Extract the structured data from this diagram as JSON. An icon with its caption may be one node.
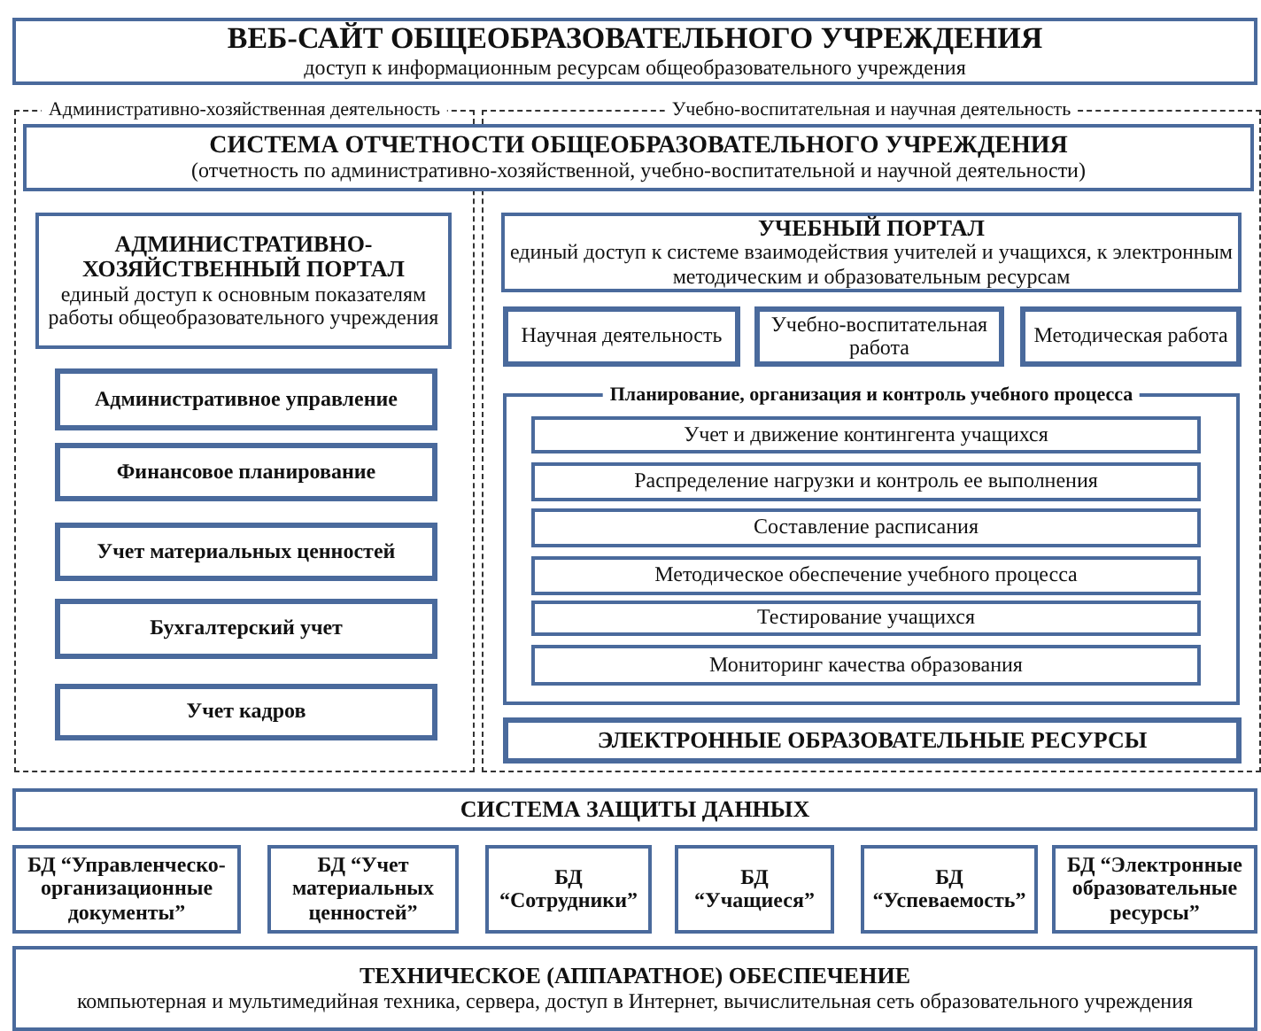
{
  "diagram": {
    "nodes": [
      {
        "text": [
          "ВЕБ-САЙТ ОБЩЕОБРАЗОВАТЕЛЬНОГО УЧРЕЖДЕНИЯ",
          "доступ к информационным ресурсам общеобразовательного учреждения"
        ]
      },
      {
        "text": [
          "Административно-хозяйственная деятельность"
        ]
      },
      {
        "text": [
          "Учебно-воспитательная и научная деятельность"
        ]
      },
      {
        "text": [
          "СИСТЕМА ОТЧЕТНОСТИ ОБЩЕОБРАЗОВАТЕЛЬНОГО УЧРЕЖДЕНИЯ",
          "(отчетность по административно-хозяйственной, учебно-воспитательной и научной деятельности)"
        ]
      },
      {
        "text": [
          "АДМИНИСТРАТИВНО-ХОЗЯЙСТВЕННЫЙ ПОРТАЛ",
          "единый доступ к основным показателям работы общеобразовательного учреждения"
        ],
        "in": 1
      },
      {
        "text": [
          "Административное управление"
        ],
        "in": 1
      },
      {
        "text": [
          "Финансовое планирование"
        ],
        "in": 1
      },
      {
        "text": [
          "Учет материальных ценностей"
        ],
        "in": 1
      },
      {
        "text": [
          "Бухгалтерский учет"
        ],
        "in": 1
      },
      {
        "text": [
          "Учет кадров"
        ],
        "in": 1
      },
      {
        "text": [
          "УЧЕБНЫЙ ПОРТАЛ",
          "единый доступ к системе взаимодействия учителей и учащихся, к электронным методическим и образовательным ресурсам"
        ],
        "in": 2
      },
      {
        "text": [
          "Научная деятельность"
        ],
        "in": 2
      },
      {
        "text": [
          "Учебно-воспитательная работа"
        ],
        "in": 2
      },
      {
        "text": [
          "Методическая работа"
        ],
        "in": 2
      },
      {
        "text": [
          "Планирование, организация и контроль учебного процесса"
        ],
        "in": 2
      },
      {
        "text": [
          "Учет и движение контингента учащихся"
        ],
        "in": 14
      },
      {
        "text": [
          "Распределение нагрузки и контроль ее выполнения"
        ],
        "in": 14
      },
      {
        "text": [
          "Составление расписания"
        ],
        "in": 14
      },
      {
        "text": [
          "Методическое обеспечение учебного процесса"
        ],
        "in": 14
      },
      {
        "text": [
          "Тестирование учащихся"
        ],
        "in": 14
      },
      {
        "text": [
          "Мониторинг качества образования"
        ],
        "in": 14
      },
      {
        "text": [
          "ЭЛЕКТРОННЫЕ ОБРАЗОВАТЕЛЬНЫЕ РЕСУРСЫ"
        ],
        "in": 2
      },
      {
        "text": [
          "СИСТЕМА ЗАЩИТЫ ДАННЫХ"
        ]
      },
      {
        "text": [
          "БД “Управленческо-организационные документы”"
        ]
      },
      {
        "text": [
          "БД “Учет материальных ценностей”"
        ]
      },
      {
        "text": [
          "БД “Сотрудники”"
        ]
      },
      {
        "text": [
          "БД “Учащиеся”"
        ]
      },
      {
        "text": [
          "БД “Успеваемость”"
        ]
      },
      {
        "text": [
          "БД “Электронные образовательные ресурсы”"
        ]
      },
      {
        "text": [
          "ТЕХНИЧЕСКОЕ (АППАРАТНОЕ) ОБЕСПЕЧЕНИЕ",
          "компьютерная и мультимедийная техника, сервера, доступ в Интернет, вычислительная сеть образовательного учреждения"
        ]
      }
    ]
  }
}
